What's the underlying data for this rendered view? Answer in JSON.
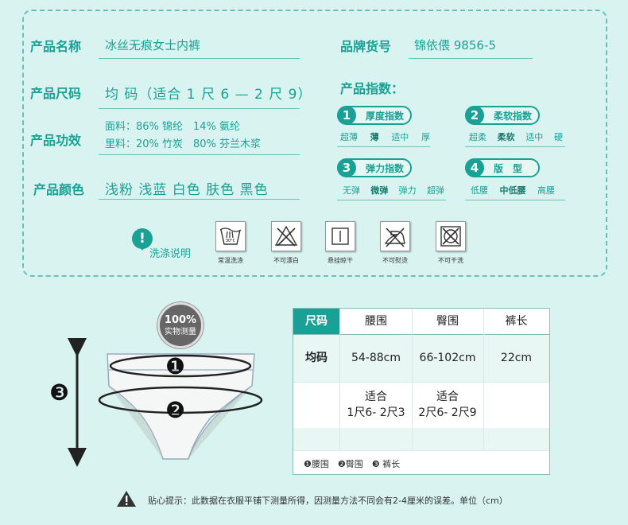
{
  "info": {
    "name_label": "产品名称",
    "name_value": "冰丝无痕女士内裤",
    "brand_label": "品牌货号",
    "brand_value": "锦依偎 9856-5",
    "size_label": "产品尺码",
    "size_value": "均 码（适合 1 尺 6 — 2 尺 9）",
    "func_label": "产品功效",
    "func_line1": "面料：86% 锦纶　14% 氨纶",
    "func_line2": "里料：20% 竹炭　80% 芬兰木浆",
    "color_label": "产品颜色",
    "color_value": "浅粉 浅蓝 白色 肤色 黑色"
  },
  "index": {
    "title": "产品指数：",
    "items": [
      {
        "num": "1",
        "label": "厚度指数",
        "scale": [
          "超薄",
          "薄",
          "适中",
          "厚"
        ],
        "selected": 1
      },
      {
        "num": "2",
        "label": "柔软指数",
        "scale": [
          "超柔",
          "柔软",
          "适中",
          "硬"
        ],
        "selected": 1
      },
      {
        "num": "3",
        "label": "弹力指数",
        "scale": [
          "无弹",
          "微弹",
          "弹力",
          "超弹"
        ],
        "selected": 1
      },
      {
        "num": "4",
        "label": "版　型",
        "scale": [
          "低腰",
          "中低腰",
          "高腰"
        ],
        "selected": 1
      }
    ]
  },
  "care": {
    "title": "洗涤说明",
    "alert_glyph": "!",
    "icon_text": "30°C",
    "items": [
      {
        "label": "常温洗涤"
      },
      {
        "label": "不可漂白"
      },
      {
        "label": "悬挂晾干"
      },
      {
        "label": "不可熨烫"
      },
      {
        "label": "不可干洗"
      }
    ]
  },
  "diagram": {
    "badge_pct": "100%",
    "badge_text": "实物测量",
    "mark1": "❶",
    "mark2": "❷",
    "mark3": "❸"
  },
  "table": {
    "headers": [
      "尺码",
      "腰围",
      "臀围",
      "裤长"
    ],
    "row1": [
      "均码",
      "54-88cm",
      "66-102cm",
      "22cm"
    ],
    "row2": [
      "",
      "适合\n1尺6- 2尺3",
      "适合\n2尺6- 2尺9",
      ""
    ],
    "legend": "❶腰围　❷臀围　❸ 裤长"
  },
  "notice": {
    "icon": "warning-icon",
    "text": "贴心提示：此数据在衣服平铺下测量所得，因测量方法不同会有2-4厘米的误差。单位（cm）"
  },
  "colors": {
    "teal": "#1aa195",
    "bg": "#d9f4f0",
    "header": "#1aa195"
  }
}
